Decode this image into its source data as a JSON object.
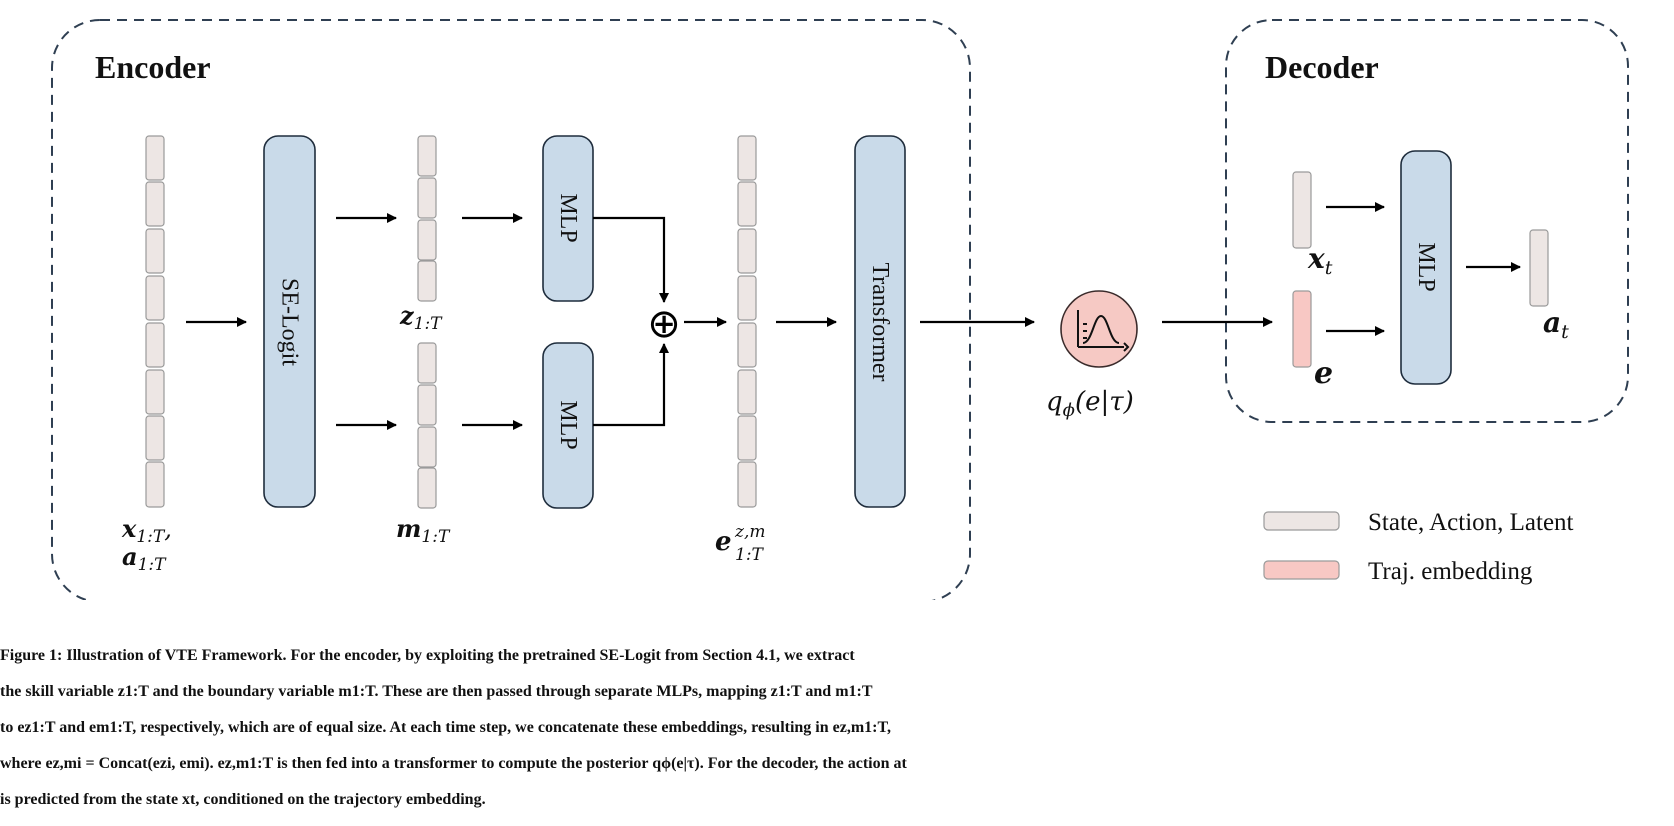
{
  "encoder_title": "Encoder",
  "decoder_title": "Decoder",
  "blocks": {
    "se_logit": "SE-Logit",
    "mlp_top": "MLP",
    "mlp_bottom": "MLP",
    "transformer": "Transformer",
    "decoder_mlp": "MLP"
  },
  "labels": {
    "input_x": "x",
    "input_x_sub": "1:T",
    "input_x_comma": ",",
    "input_a": "a",
    "input_a_sub": "1:T",
    "z": "z",
    "z_sub": "1:T",
    "m": "m",
    "m_sub": "1:T",
    "e": "e",
    "e_sup": "z,m",
    "e_sub": "1:T",
    "posterior_q": "q",
    "posterior_phi": "ϕ",
    "posterior_rest": "(e|τ)",
    "dec_x": "x",
    "dec_x_sub": "t",
    "dec_e": "e",
    "dec_a": "a",
    "dec_a_sub": "t",
    "concat_symbol": "⊕"
  },
  "legend": {
    "state": "State, Action, Latent",
    "traj": "Traj. embedding"
  },
  "colors": {
    "block_fill": "#c9dae9",
    "vector_fill": "#ede6e4",
    "traj_fill": "#f8c8c4",
    "posterior_fill": "#f6c9c4",
    "dashed_border": "#2f3f52"
  },
  "caption": {
    "lines": [
      "Figure 1: Illustration of VTE Framework. For the encoder, by exploiting the pretrained SE-Logit from Section 4.1, we extract",
      "the skill variable z1:T and the boundary variable m1:T. These are then passed through separate MLPs, mapping z1:T and m1:T",
      "to ez1:T and em1:T, respectively, which are of equal size. At each time step, we concatenate these embeddings, resulting in ez,m1:T,",
      "where ez,mi = Concat(ezi, emi). ez,m1:T is then fed into a transformer to compute the posterior qϕ(e|τ). For the decoder, the action at",
      "is predicted from the state xt, conditioned on the trajectory embedding."
    ]
  }
}
